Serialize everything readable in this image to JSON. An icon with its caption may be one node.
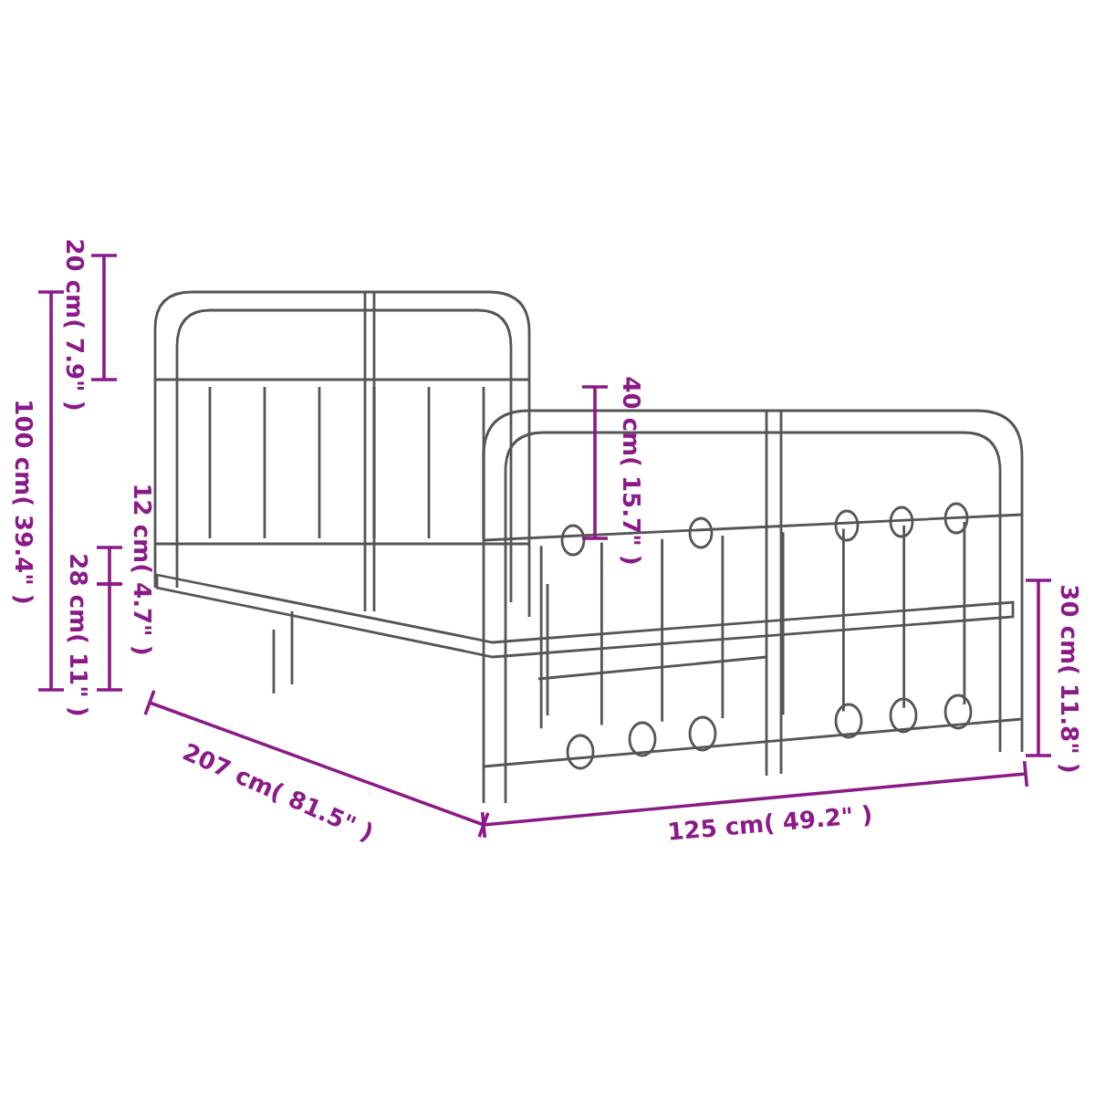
{
  "diagram": {
    "labels": [
      "20 cm( 7.9\" )",
      "100 cm( 39.4\" )",
      "12 cm( 4.7\" )",
      "28 cm( 11\" )",
      "40 cm( 15.7\" )",
      "30 cm( 11.8\" )",
      "207 cm( 81.5\" )",
      "125 cm( 49.2\" )"
    ]
  }
}
